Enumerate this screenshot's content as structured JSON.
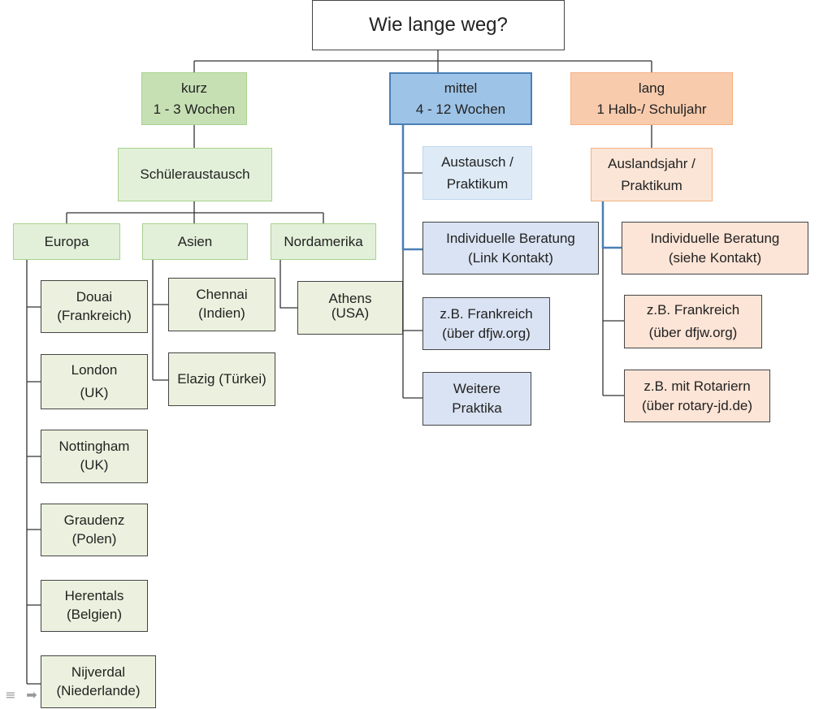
{
  "root": {
    "line1": "Wie lange weg?"
  },
  "kurz": {
    "line1": "kurz",
    "line2": "1 - 3 Wochen"
  },
  "mittel": {
    "line1": "mittel",
    "line2": "4 - 12 Wochen"
  },
  "lang": {
    "line1": "lang",
    "line2": "1 Halb-/ Schuljahr"
  },
  "schueleraustausch": {
    "line1": "Schüleraustausch"
  },
  "europa": {
    "line1": "Europa"
  },
  "asien": {
    "line1": "Asien"
  },
  "nordamerika": {
    "line1": "Nordamerika"
  },
  "europa_items": [
    {
      "line1": "Douai",
      "line2": "(Frankreich)"
    },
    {
      "line1": "London",
      "line2": "(UK)"
    },
    {
      "line1": "Nottingham",
      "line2": "(UK)"
    },
    {
      "line1": "Graudenz",
      "line2": "(Polen)"
    },
    {
      "line1": "Herentals",
      "line2": "(Belgien)"
    },
    {
      "line1": "Nijverdal",
      "line2": "(Niederlande)"
    }
  ],
  "asien_items": [
    {
      "line1": "Chennai",
      "line2": "(Indien)"
    },
    {
      "line1": "Elazig (Türkei)"
    }
  ],
  "nordamerika_items": [
    {
      "line1": "Athens",
      "line2": "(USA)"
    }
  ],
  "mittel_children": {
    "austausch": {
      "line1": "Austausch /",
      "line2": "Praktikum"
    },
    "items": [
      {
        "line1": "Individuelle Beratung",
        "line2": "(Link Kontakt)"
      },
      {
        "line1": "z.B. Frankreich",
        "line2": "(über dfjw.org)"
      },
      {
        "line1": "Weitere",
        "line2": "Praktika"
      }
    ]
  },
  "lang_children": {
    "auslandsjahr": {
      "line1": "Auslandsjahr /",
      "line2": "Praktikum"
    },
    "items": [
      {
        "line1": "Individuelle Beratung",
        "line2": "(siehe Kontakt)"
      },
      {
        "line1": "z.B. Frankreich",
        "line2": "(über dfjw.org)"
      },
      {
        "line1": "z.B. mit Rotariern",
        "line2": "(über rotary-jd.de)"
      }
    ]
  },
  "toolbar": {
    "menu_icon": "≡",
    "arrow_icon": "➡"
  },
  "colors": {
    "green_dark": "#c6e0b4",
    "green_light": "#e2f0d9",
    "blue_dark": "#9dc3e6",
    "blue_light": "#deebf7",
    "orange_dark": "#f8cbad",
    "orange_light": "#fbe5d6",
    "connector": "#333333",
    "connector_blue": "#4a7fb5"
  }
}
